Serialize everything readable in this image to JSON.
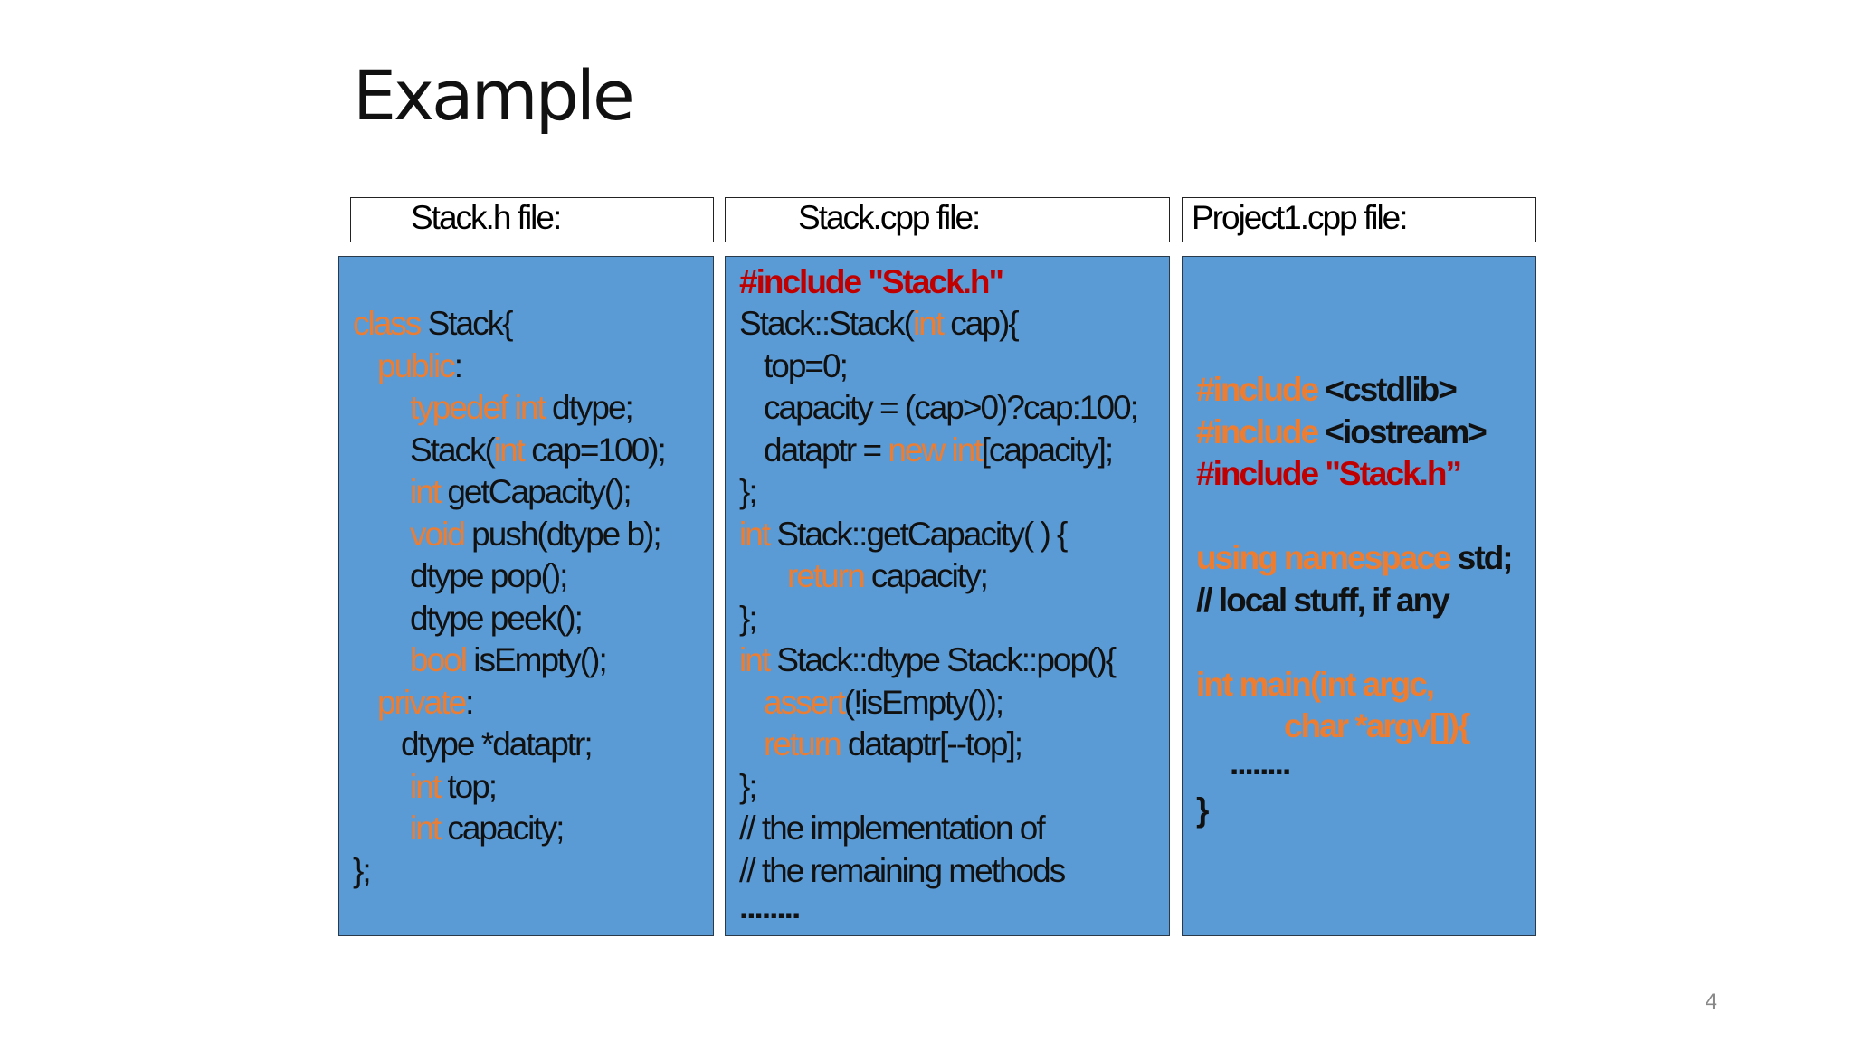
{
  "slide": {
    "title": "Example",
    "page_number": "4"
  },
  "headers": {
    "stack_h": "Stack.h file:",
    "stack_cpp": "Stack.cpp file:",
    "project1": "Project1.cpp file:"
  },
  "stack_h": {
    "l1_kw": "class",
    "l1_txt": " Stack{",
    "l2_kw": "public",
    "l2_txt": ":",
    "l3_kw": "typedef int",
    "l3_txt": " dtype;",
    "l4_a": "Stack(",
    "l4_kw": "int",
    "l4_b": " cap=100);",
    "l5_kw": "int",
    "l5_txt": " getCapacity();",
    "l6_kw": "void",
    "l6_txt": " push(dtype b);",
    "l7_txt": "dtype pop();",
    "l8_txt": "dtype peek();",
    "l9_kw": "bool",
    "l9_txt": " isEmpty();",
    "l10_kw": "private",
    "l10_txt": ":",
    "l11_txt": "dtype *dataptr;",
    "l12_kw": "int",
    "l12_txt": " top;",
    "l13_kw": "int",
    "l13_txt": " capacity;",
    "l14_txt": "};"
  },
  "stack_cpp": {
    "l1_red": "#include \"Stack.h\"",
    "l2_a": "Stack::Stack(",
    "l2_kw": "int",
    "l2_b": " cap){",
    "l3_txt": "top=0;",
    "l4_txt": "capacity = (cap>0)?cap:100;",
    "l5_a": "dataptr = ",
    "l5_kw": "new int",
    "l5_b": "[capacity];",
    "l6_txt": "};",
    "l7_kw": "int",
    "l7_txt": " Stack::getCapacity( ) {",
    "l8_kw": "return",
    "l8_txt": " capacity;",
    "l9_txt": "};",
    "l10_kw": "int",
    "l10_txt": " Stack::dtype Stack::pop(){",
    "l11_kw": "assert",
    "l11_txt": "(!isEmpty());",
    "l12_kw": "return",
    "l12_txt": " dataptr[--top];",
    "l13_txt": "};",
    "l14_txt": "// the implementation of",
    "l15_txt": "// the remaining methods",
    "l16_txt": "........"
  },
  "project1": {
    "l1_kw": "#include",
    "l1_txt": " <cstdlib>",
    "l2_kw": "#include",
    "l2_txt": " <iostream>",
    "l3_red": "#include \"Stack.h”",
    "l4_kw": "using namespace",
    "l4_txt": " std;",
    "l5_txt": "// local stuff, if any",
    "l6_kw": "int main(int argc,",
    "l7_kw": "char *argv[]){",
    "l8_txt": "........",
    "l9_txt": "}"
  },
  "colors": {
    "panel": "#5b9bd5",
    "keyword": "#ed7d31",
    "include": "#c00000"
  }
}
